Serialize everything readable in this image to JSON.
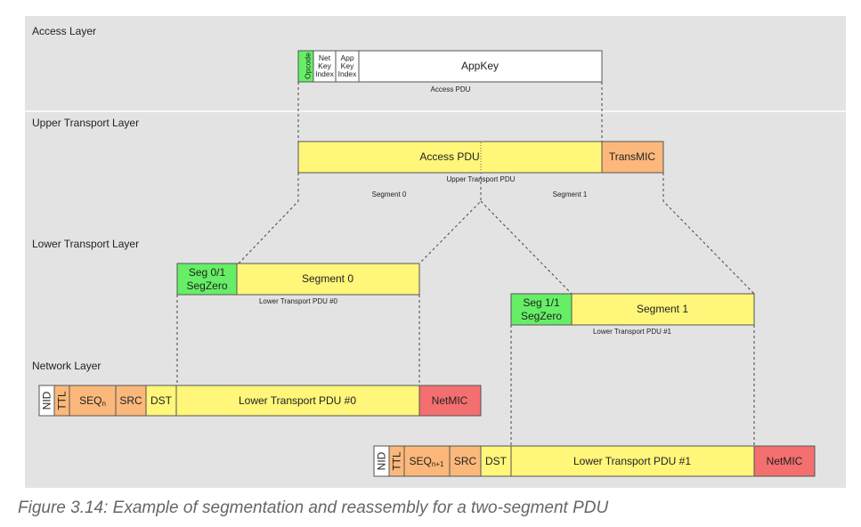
{
  "colors": {
    "background": "#e3e3e3",
    "green": "#66ee66",
    "yellow": "#fff67a",
    "orange": "#fbb87a",
    "red": "#f46f6f",
    "white": "#ffffff"
  },
  "layers": {
    "access": "Access Layer",
    "upper": "Upper Transport Layer",
    "lower": "Lower Transport Layer",
    "network": "Network Layer"
  },
  "access": {
    "opcode": "Opcode",
    "net_key_index": [
      "Net",
      "Key",
      "Index"
    ],
    "app_key_index": [
      "App",
      "Key",
      "Index"
    ],
    "appkey": "AppKey",
    "caption": "Access PDU"
  },
  "upper": {
    "access_pdu": "Access PDU",
    "transmic": "TransMIC",
    "caption": "Upper Transport PDU",
    "segment0": "Segment 0",
    "segment1": "Segment 1"
  },
  "lower0": {
    "seg": [
      "Seg 0/1",
      "SegZero"
    ],
    "segment": "Segment 0",
    "caption": "Lower Transport PDU #0"
  },
  "lower1": {
    "seg": [
      "Seg 1/1",
      "SegZero"
    ],
    "segment": "Segment 1",
    "caption": "Lower Transport PDU #1"
  },
  "net0": {
    "nid": "NID",
    "ttl": "TTL",
    "seq": "SEQ",
    "seq_sub": "n",
    "src": "SRC",
    "dst": "DST",
    "pdu": "Lower Transport PDU #0",
    "netmic": "NetMIC"
  },
  "net1": {
    "nid": "NID",
    "ttl": "TTL",
    "seq": "SEQ",
    "seq_sub": "n+1",
    "src": "SRC",
    "dst": "DST",
    "pdu": "Lower Transport PDU #1",
    "netmic": "NetMIC"
  },
  "caption": "Figure 3.14: Example of segmentation and reassembly for a two-segment PDU"
}
